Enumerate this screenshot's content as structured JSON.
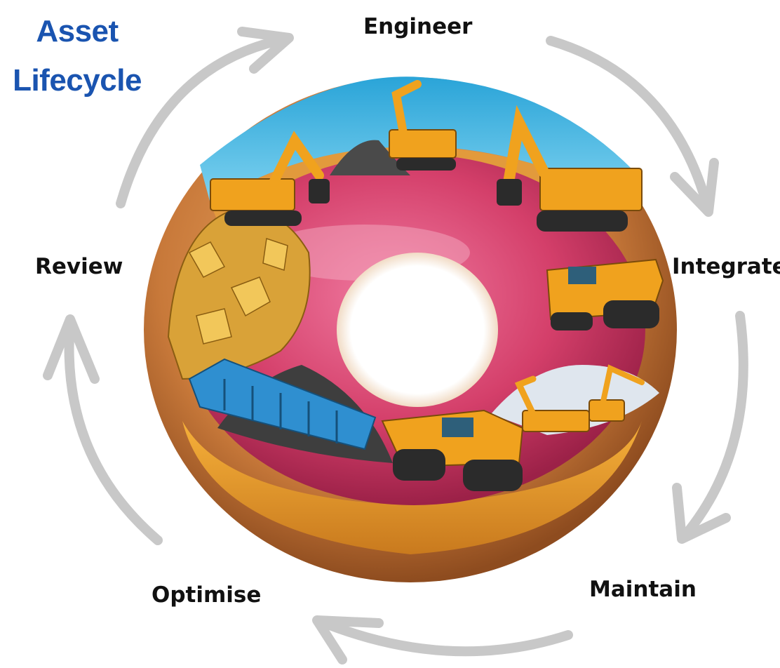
{
  "title": {
    "line1": "Asset",
    "line2": "Lifecycle"
  },
  "stages": [
    {
      "id": "engineer",
      "label": "Engineer"
    },
    {
      "id": "integrate",
      "label": "Integrate"
    },
    {
      "id": "maintain",
      "label": "Maintain"
    },
    {
      "id": "optimise",
      "label": "Optimise"
    },
    {
      "id": "review",
      "label": "Review"
    }
  ],
  "colors": {
    "title": "#1a54b0",
    "arrow": "#c8c8c8",
    "dough": "#c87a3a",
    "icing": "#d43f6a",
    "sky": "#3fb6de",
    "machinery": "#f0a21e"
  },
  "illustration": "donut-mining-machinery"
}
